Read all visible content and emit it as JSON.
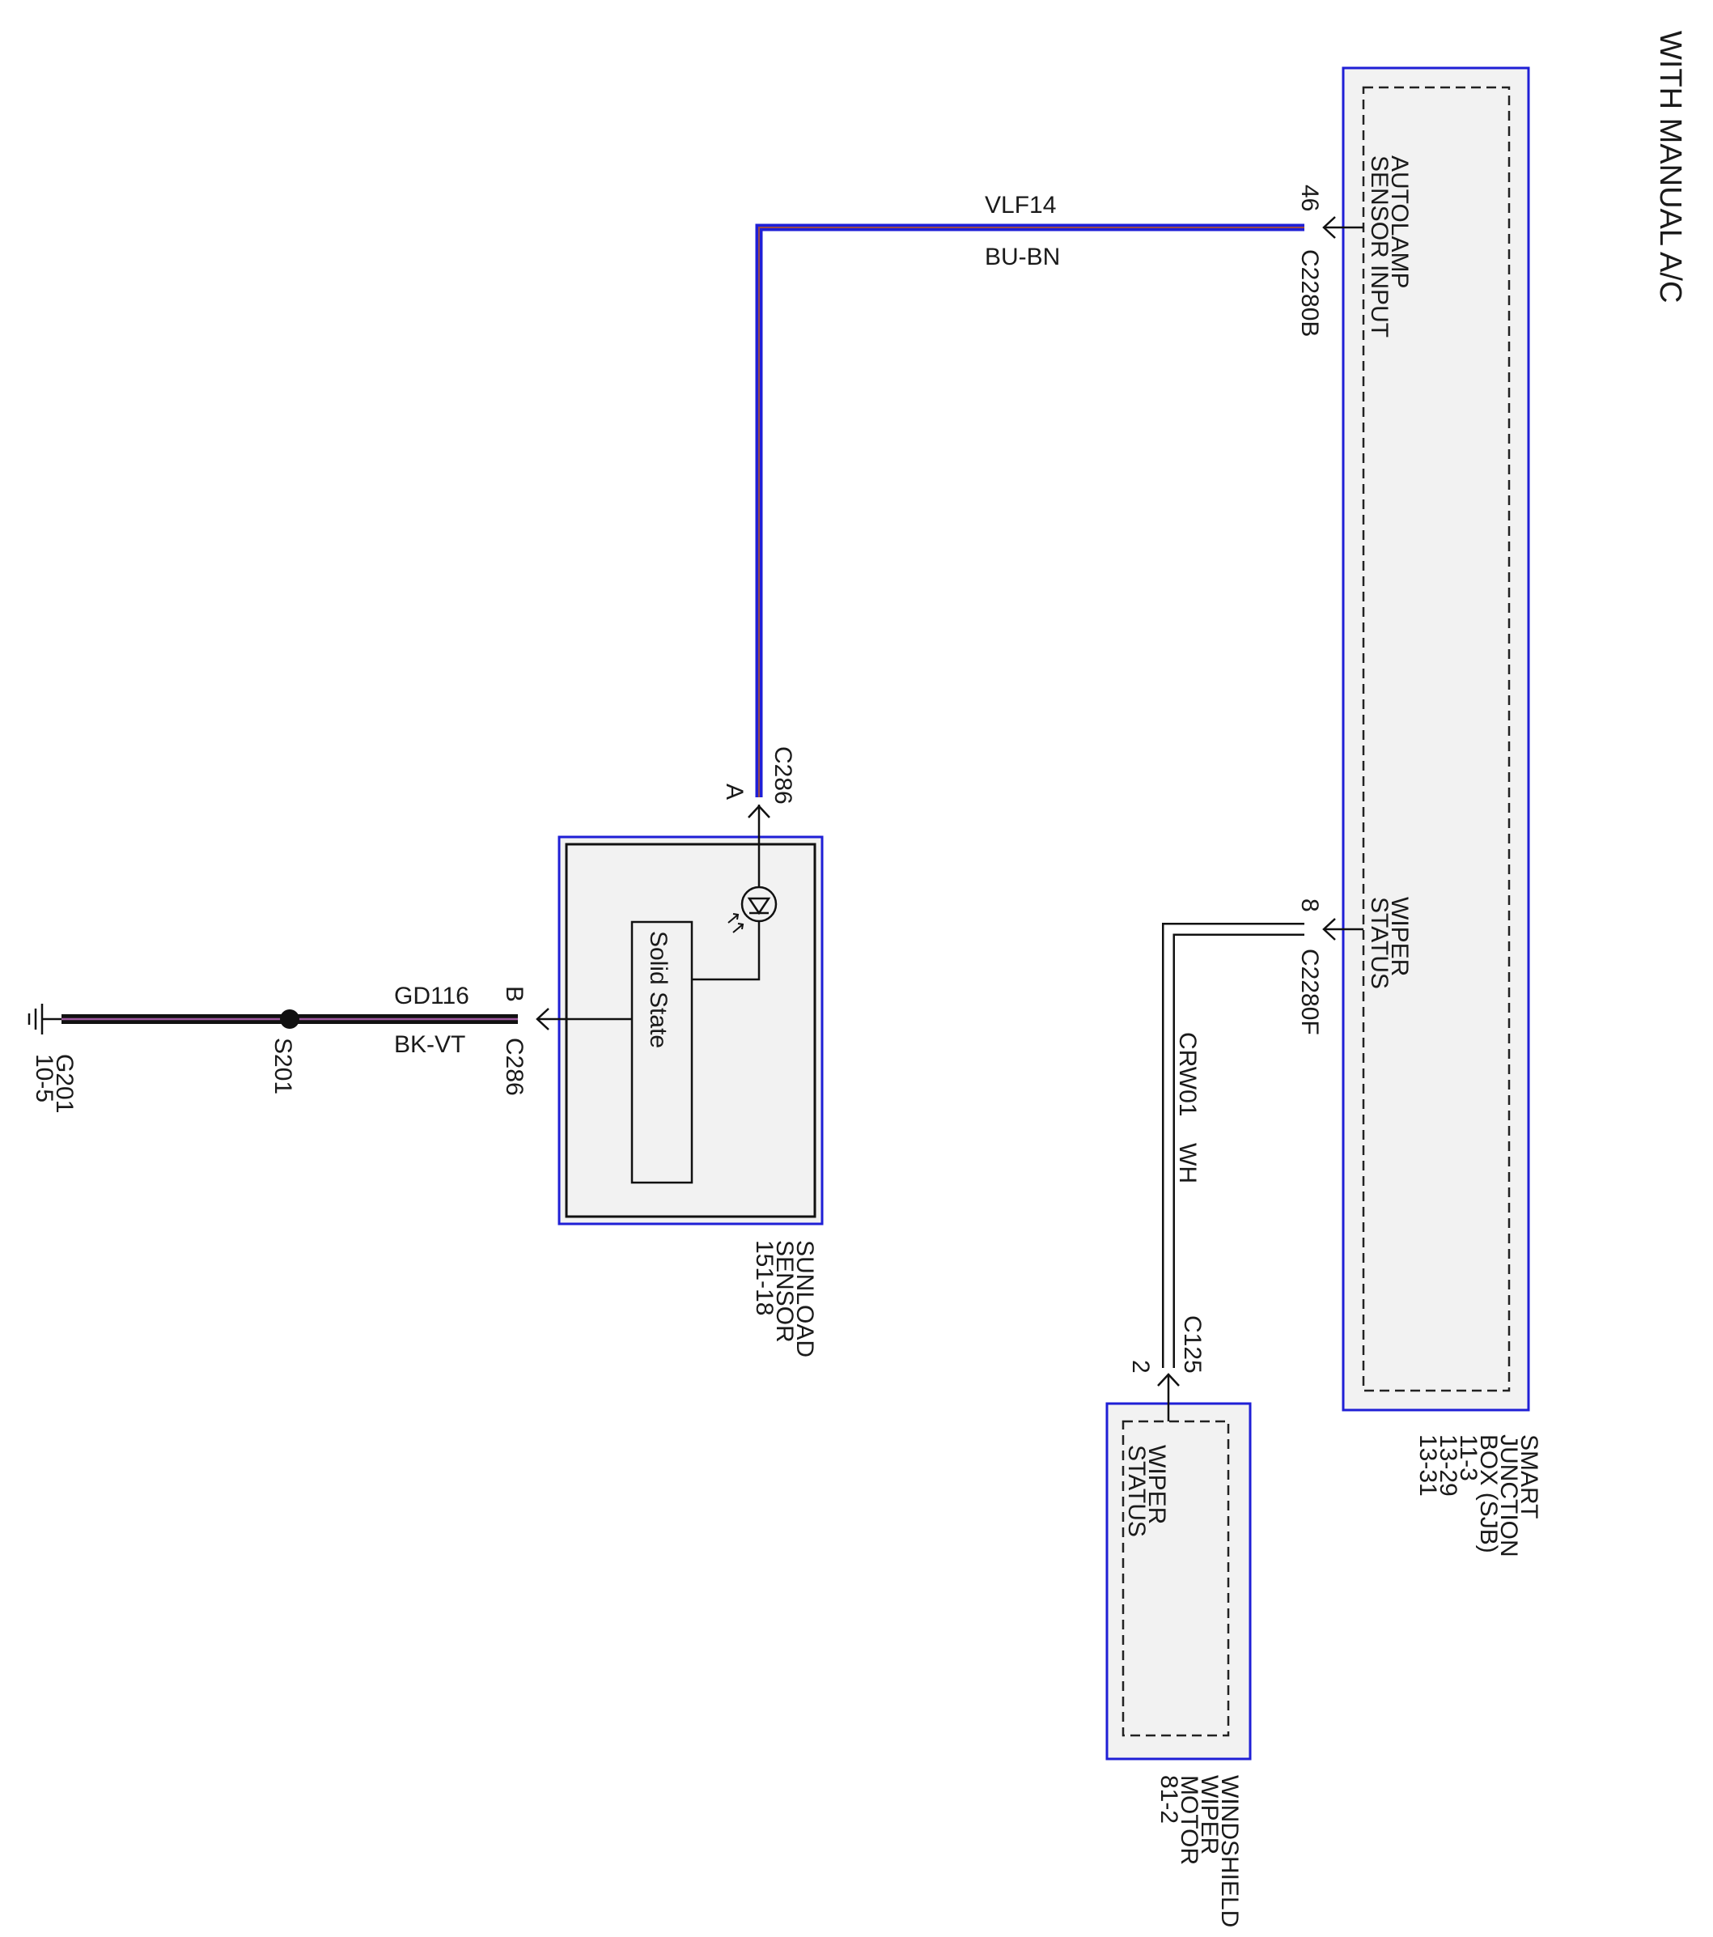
{
  "title": "WITH MANUAL A/C",
  "colors": {
    "component_border": "#1f1fd6",
    "component_fill": "#f2f2f2",
    "wire_bu_bn_main": "#1f1fd6",
    "wire_bu_bn_stripe": "#9a4a4a",
    "wire_bk_vt_main": "#111111",
    "wire_bk_vt_stripe": "#a05aa0",
    "wire_wh": "#ffffff"
  },
  "components": {
    "sjb": {
      "name_lines": [
        "SMART",
        "JUNCTION",
        "BOX (SJB)",
        "11-3",
        "13-29",
        "13-31"
      ],
      "pin_autolamp": {
        "label_lines": [
          "AUTOLAMP",
          "SENSOR INPUT"
        ],
        "pin": "46",
        "connector": "C2280B"
      },
      "pin_wiper": {
        "label_lines": [
          "WIPER",
          "STATUS"
        ],
        "pin": "8",
        "connector": "C2280F"
      }
    },
    "sunload_sensor": {
      "name_lines": [
        "SUNLOAD",
        "SENSOR",
        "151-18"
      ],
      "inner_label": "Solid State",
      "pin_a": {
        "pin": "A",
        "connector": "C286"
      },
      "pin_b": {
        "pin": "B",
        "connector": "C286"
      }
    },
    "wiper_motor": {
      "name_lines": [
        "WINDSHIELD",
        "WIPER",
        "MOTOR",
        "81-2"
      ],
      "label_lines": [
        "WIPER",
        "STATUS"
      ],
      "pin": "2",
      "connector": "C125"
    }
  },
  "wires": {
    "vlf14": {
      "circuit": "VLF14",
      "color_code": "BU-BN"
    },
    "crw01": {
      "circuit": "CRW01",
      "color_code": "WH"
    },
    "gd116": {
      "circuit": "GD116",
      "color_code": "BK-VT"
    }
  },
  "splice": {
    "id": "S201"
  },
  "ground": {
    "id": "G201",
    "ref": "10-5"
  }
}
